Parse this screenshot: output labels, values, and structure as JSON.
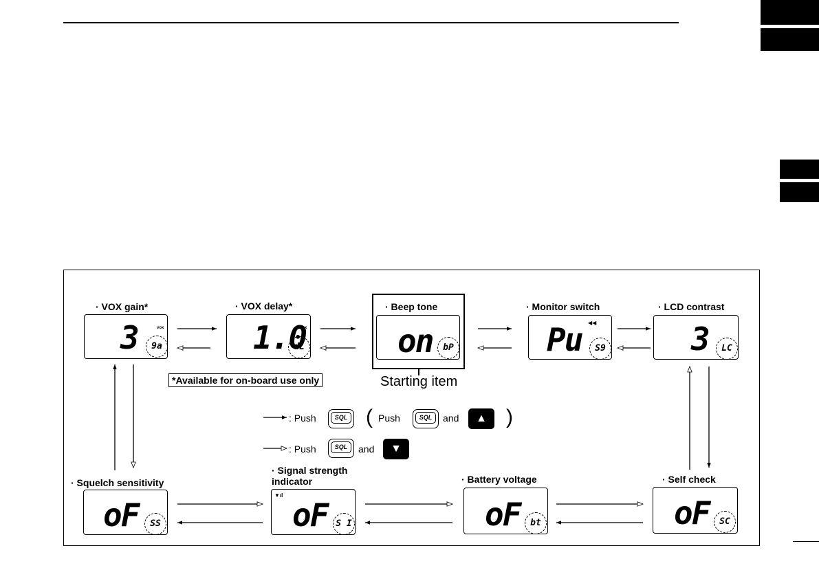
{
  "items": {
    "vox_gain": {
      "label": "· VOX gain*",
      "main": "3",
      "code": "9a",
      "tag": "vox"
    },
    "vox_delay": {
      "label": "· VOX delay*",
      "main": "1.0",
      "code": "dL",
      "tag": "vox"
    },
    "beep_tone": {
      "label": "· Beep tone",
      "main": "on",
      "code": "bP"
    },
    "monitor_switch": {
      "label": "· Monitor switch",
      "main": "Pu",
      "code": "S9"
    },
    "lcd_contrast": {
      "label": "· LCD contrast",
      "main": "3",
      "code": "LC"
    },
    "squelch_sensitivity": {
      "label": "· Squelch sensitivity",
      "main": "oF",
      "code": "SS"
    },
    "signal_strength": {
      "label": "· Signal strength indicator",
      "main": "oF",
      "code": "S I",
      "tag": "▼ıl"
    },
    "battery_voltage": {
      "label": "· Battery voltage",
      "main": "oF",
      "code": "bt"
    },
    "self_check": {
      "label": "· Self check",
      "main": "oF",
      "code": "SC"
    }
  },
  "starting_item": "Starting item",
  "note": "*Available for on-board use only",
  "legend": {
    "forward_text": ": Push",
    "backward_text": ": Push",
    "and": "and",
    "paren_open": "(",
    "paren_close": ")",
    "push": "Push",
    "sql_key": "SQL",
    "up_icon": "▲",
    "down_icon": "▼"
  }
}
